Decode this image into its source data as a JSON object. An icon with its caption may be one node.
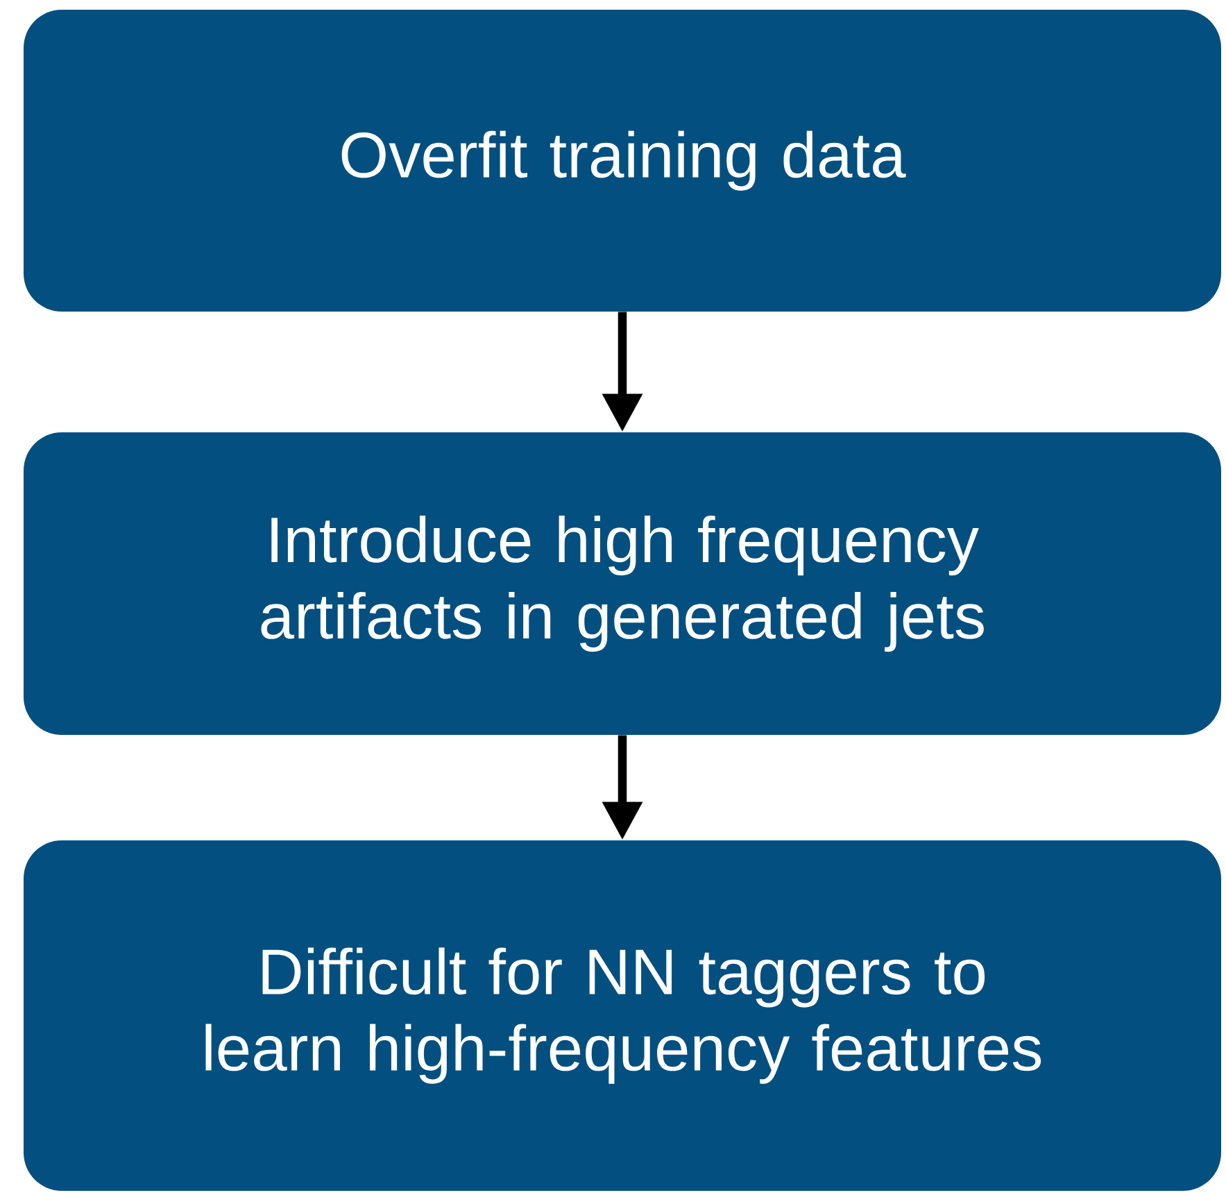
{
  "diagram": {
    "nodes": [
      {
        "text": [
          "Overfit training data"
        ]
      },
      {
        "text": [
          "Introduce high frequency artifacts in generated jets"
        ]
      },
      {
        "text": [
          "Difficult for NN taggers to learn high-frequency features"
        ]
      }
    ],
    "edges": [
      {
        "from": 0,
        "to": 1,
        "arrow": "to"
      },
      {
        "from": 1,
        "to": 2,
        "arrow": "to"
      }
    ]
  }
}
